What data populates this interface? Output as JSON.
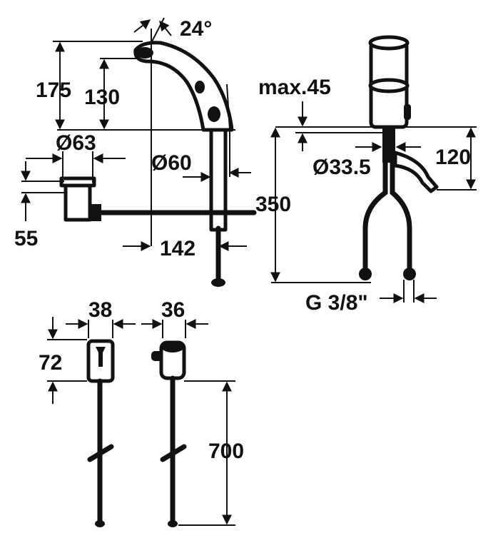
{
  "colors": {
    "ink": "#111111",
    "background": "#ffffff"
  },
  "dimensions": {
    "angle": "24°",
    "height_175": "175",
    "height_130": "130",
    "dia_63": "Ø63",
    "dia_60": "Ø60",
    "depth_55": "55",
    "reach_142": "142",
    "length_350": "350",
    "max_45": "max.45",
    "dia_33_5": "Ø33.5",
    "height_120": "120",
    "thread": "G 3/8\"",
    "width_38": "38",
    "width_36": "36",
    "height_72": "72",
    "length_700": "700"
  }
}
